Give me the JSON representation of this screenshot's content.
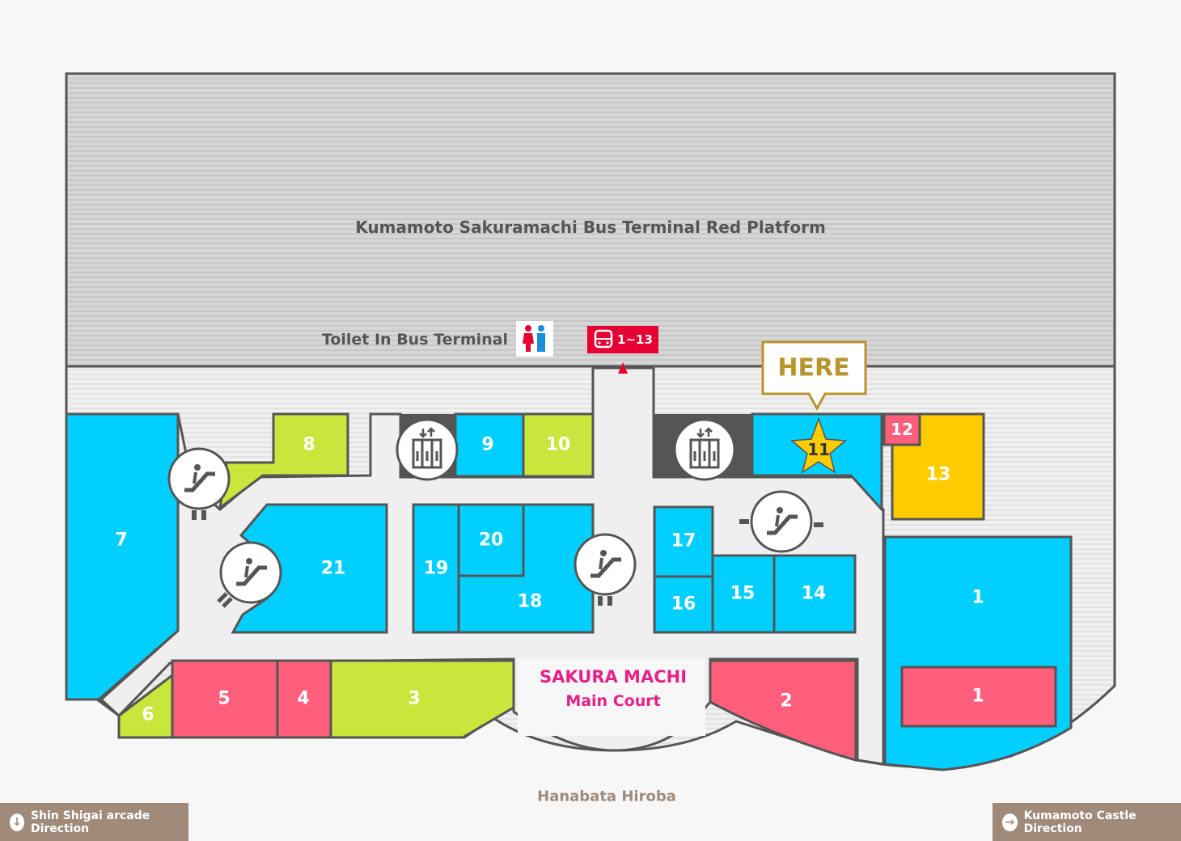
{
  "platform": {
    "title": "Kumamoto Sakuramachi Bus Terminal Red Platform"
  },
  "toilet": {
    "label": "Toilet In Bus Terminal",
    "icon": "restroom-icon"
  },
  "bus_sign": {
    "label": "1~13",
    "icon": "bus-icon",
    "color": "#e60033"
  },
  "here_marker": {
    "label": "HERE",
    "icon": "star-icon",
    "color": "#b8952c"
  },
  "main_court": {
    "title": "SAKURA MACHI",
    "subtitle": "Main Court",
    "color": "#e4218a"
  },
  "hanabata": {
    "label": "Hanabata Hiroba"
  },
  "directions": {
    "left": {
      "label": "Shin Shigai arcade Direction",
      "icon": "arrow-down-icon"
    },
    "right": {
      "label": "Kumamoto Castle Direction",
      "icon": "arrow-right-icon"
    }
  },
  "colors": {
    "blue": "#00cfff",
    "green": "#c8e63c",
    "pink": "#ff5f7a",
    "yellow": "#ffcc00",
    "dark": "#555555"
  },
  "stores": [
    {
      "id": "1a",
      "label": "1",
      "color": "blue"
    },
    {
      "id": "1b",
      "label": "1",
      "color": "pink"
    },
    {
      "id": "2",
      "label": "2",
      "color": "pink"
    },
    {
      "id": "3",
      "label": "3",
      "color": "green"
    },
    {
      "id": "4",
      "label": "4",
      "color": "pink"
    },
    {
      "id": "5",
      "label": "5",
      "color": "pink"
    },
    {
      "id": "6",
      "label": "6",
      "color": "green"
    },
    {
      "id": "7",
      "label": "7",
      "color": "blue"
    },
    {
      "id": "8",
      "label": "8",
      "color": "green"
    },
    {
      "id": "9",
      "label": "9",
      "color": "blue"
    },
    {
      "id": "10",
      "label": "10",
      "color": "green"
    },
    {
      "id": "11",
      "label": "11",
      "color": "blue"
    },
    {
      "id": "12",
      "label": "12",
      "color": "pink"
    },
    {
      "id": "13",
      "label": "13",
      "color": "yellow"
    },
    {
      "id": "14",
      "label": "14",
      "color": "blue"
    },
    {
      "id": "15",
      "label": "15",
      "color": "blue"
    },
    {
      "id": "16",
      "label": "16",
      "color": "blue"
    },
    {
      "id": "17",
      "label": "17",
      "color": "blue"
    },
    {
      "id": "18",
      "label": "18",
      "color": "blue"
    },
    {
      "id": "19",
      "label": "19",
      "color": "blue"
    },
    {
      "id": "20",
      "label": "20",
      "color": "blue"
    },
    {
      "id": "21",
      "label": "21",
      "color": "blue"
    }
  ]
}
